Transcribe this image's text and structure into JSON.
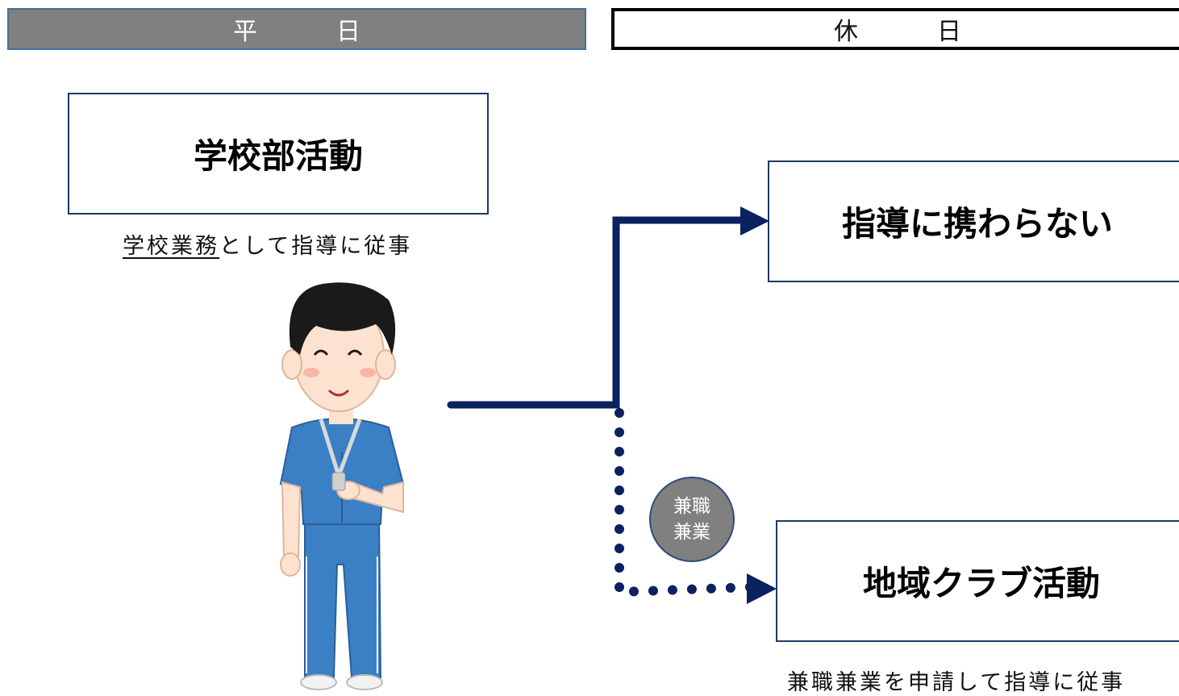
{
  "headers": {
    "weekday": "平　日",
    "holiday": "休　日"
  },
  "weekday": {
    "activity": "学校部活動",
    "caption_underlined": "学校業務",
    "caption_rest": "として指導に従事",
    "figure_icon": "teacher-in-tracksuit-icon"
  },
  "holiday": {
    "option_no_guidance": "指導に携わらない",
    "option_club": "地域クラブ活動",
    "club_caption": "兼職兼業を申請して指導に従事",
    "badge_line1": "兼職",
    "badge_line2": "兼業"
  },
  "colors": {
    "header_weekday_bg": "#808080",
    "box_border": "#1f3864",
    "arrow": "#0b2160",
    "badge_bg": "#808080",
    "tracksuit": "#3b7fc4",
    "hair": "#1a1a1a",
    "skin": "#fde3cf"
  }
}
